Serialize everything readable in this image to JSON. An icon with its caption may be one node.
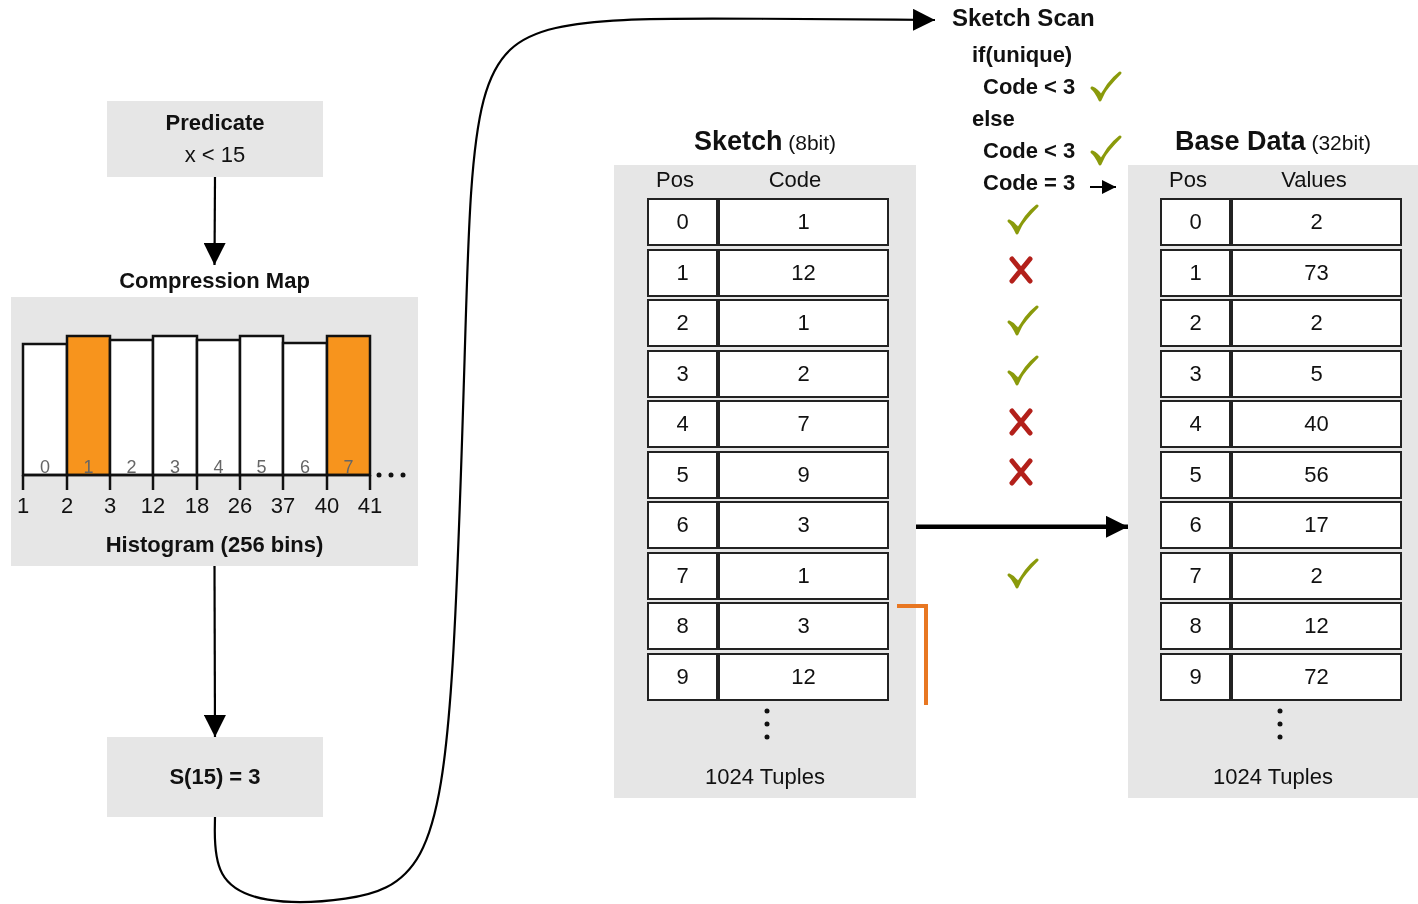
{
  "diagram": {
    "nodes": [
      {
        "text": [
          "Predicate",
          "x < 15"
        ]
      },
      {
        "text": [
          "Compression Map",
          "Histogram (256 bins)"
        ]
      },
      {
        "text": [
          "S(15) = 3"
        ]
      },
      {
        "text": [
          "Sketch Scan",
          "if(unique)",
          "Code < 3",
          "else",
          "Code < 3",
          "Code = 3"
        ]
      },
      {
        "text": [
          "**Sketch** (8bit)",
          "Pos",
          "Code",
          "0",
          "1",
          "1",
          "12",
          "2",
          "1",
          "3",
          "2",
          "4",
          "7",
          "5",
          "9",
          "6",
          "3",
          "7",
          "1",
          "8",
          "3",
          "9",
          "12",
          "1024 Tuples"
        ]
      },
      {
        "text": [
          "**Base Data** (32bit)",
          "Pos",
          "Values",
          "0",
          "2",
          "1",
          "73",
          "2",
          "2",
          "3",
          "5",
          "4",
          "40",
          "5",
          "56",
          "6",
          "17",
          "7",
          "2",
          "8",
          "12",
          "9",
          "72",
          "1024 Tuples"
        ]
      }
    ],
    "edges": [
      {
        "from": 0,
        "to": 1,
        "arrow": "to"
      },
      {
        "from": 1,
        "to": 2,
        "arrow": "to"
      },
      {
        "from": 2,
        "to": 3,
        "arrow": "to"
      },
      {
        "from": 4,
        "to": 5,
        "arrow": "to",
        "style": "thick"
      }
    ],
    "labels": [
      "0",
      "1",
      "2",
      "3",
      "4",
      "5",
      "6",
      "7",
      "1",
      "2",
      "3",
      "12",
      "18",
      "26",
      "37",
      "40",
      "41"
    ]
  }
}
